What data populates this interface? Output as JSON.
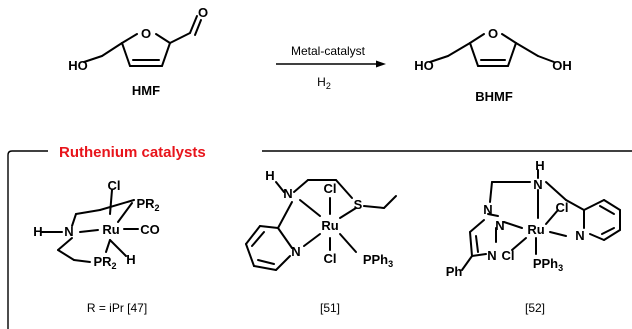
{
  "reaction": {
    "reactant": "HMF",
    "product": "BHMF",
    "arrow_top": "Metal-catalyst",
    "arrow_bottom": "H",
    "arrow_bottom_sub": "2"
  },
  "atoms": {
    "O": "O",
    "HO": "HO",
    "OH": "OH",
    "Cl": "Cl",
    "Ru": "Ru",
    "H": "H",
    "N": "N",
    "S": "S",
    "P": "P",
    "PR2": "PR",
    "PR2_sub": "2",
    "CO": "CO",
    "PPh3": "PPh",
    "PPh3_sub": "3",
    "Ph": "Ph"
  },
  "panel": {
    "title": "Ruthenium catalysts",
    "captions": [
      "R = iPr  [47]",
      "[51]",
      "[52]"
    ]
  },
  "colors": {
    "product": "#2e8b3e",
    "panel_title": "#e8141b",
    "panel_border": "#9a9a9a"
  }
}
